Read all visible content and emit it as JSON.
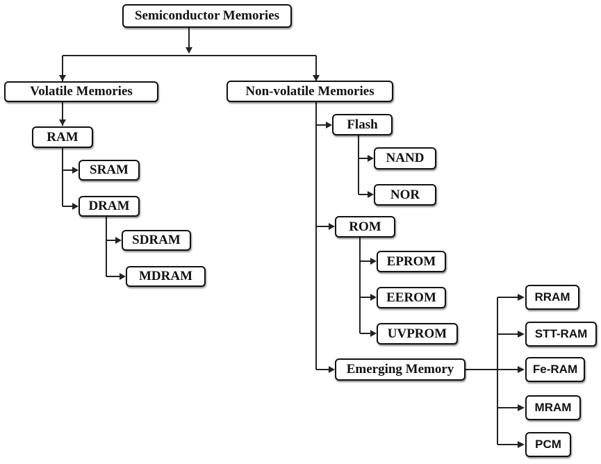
{
  "nodes": {
    "root": "Semiconductor Memories",
    "volatile": "Volatile Memories",
    "nonvolatile": "Non-volatile Memories",
    "ram": "RAM",
    "sram": "SRAM",
    "dram": "DRAM",
    "sdram": "SDRAM",
    "mdram": "MDRAM",
    "flash": "Flash",
    "nand": "NAND",
    "nor": "NOR",
    "rom": "ROM",
    "eprom": "EPROM",
    "eerom": "EEROM",
    "uvprom": "UVPROM",
    "emerging": "Emerging Memory",
    "rram": "RRAM",
    "sttram": "STT-RAM",
    "feram": "Fe-RAM",
    "mram": "MRAM",
    "pcm": "PCM"
  },
  "colors": {
    "line": "#222222",
    "border": "#111111",
    "background": "#ffffff"
  }
}
